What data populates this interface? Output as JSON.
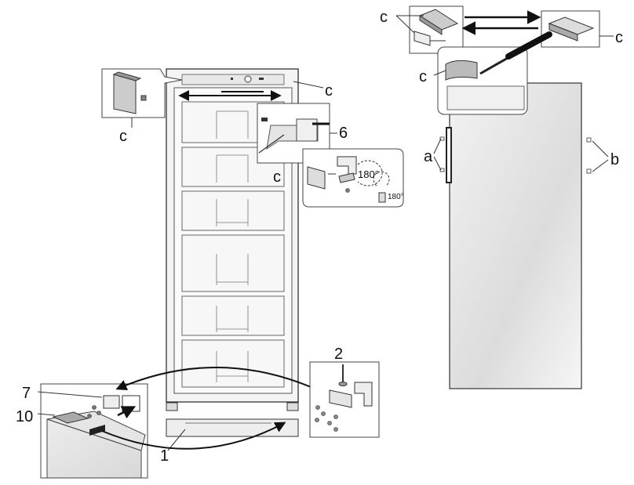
{
  "labels": {
    "c": "c",
    "a": "a",
    "b": "b",
    "n1": "1",
    "n2": "2",
    "n6": "6",
    "n7": "7",
    "n10": "10",
    "rot180a": "180°",
    "rot180b": "180°"
  }
}
